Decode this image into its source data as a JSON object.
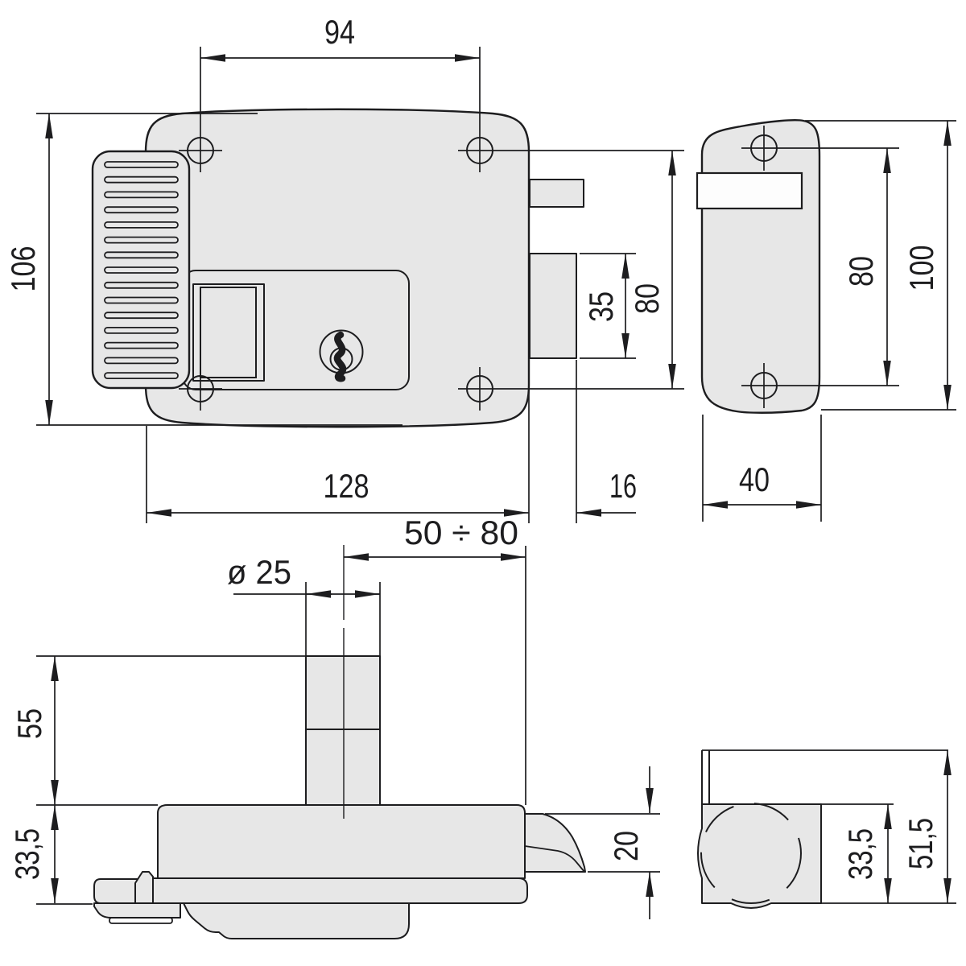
{
  "drawing_type": "technical-dimension-drawing",
  "style": {
    "colors": {
      "line": "#1d1d1f",
      "part-fill": "#e7e7e7",
      "slot-fill": "#fdfdfd",
      "background": "#ffffff"
    }
  },
  "front_view": {
    "rib_count": 15,
    "dims": {
      "hole_spacing_horizontal": "94",
      "body_height": "106",
      "body_width": "128",
      "latch_protrusion": "16",
      "deadbolt_height": "35",
      "hole_spacing_vertical": "80"
    }
  },
  "strike_front_view": {
    "dims": {
      "hole_spacing": "80",
      "plate_height": "100",
      "plate_width": "40"
    }
  },
  "top_view": {
    "dims": {
      "backset_range": "50 ÷ 80",
      "cylinder_diameter": "ø 25",
      "cylinder_stem_length": "55",
      "body_depth": "33,5",
      "latch_throw": "20"
    }
  },
  "strike_side_view": {
    "dims": {
      "roller_box_depth": "33,5",
      "total_depth": "51,5"
    }
  },
  "icons": {
    "screw_hole": "circle-with-crosshair",
    "key_cylinder": "circle-with-key-profile"
  }
}
